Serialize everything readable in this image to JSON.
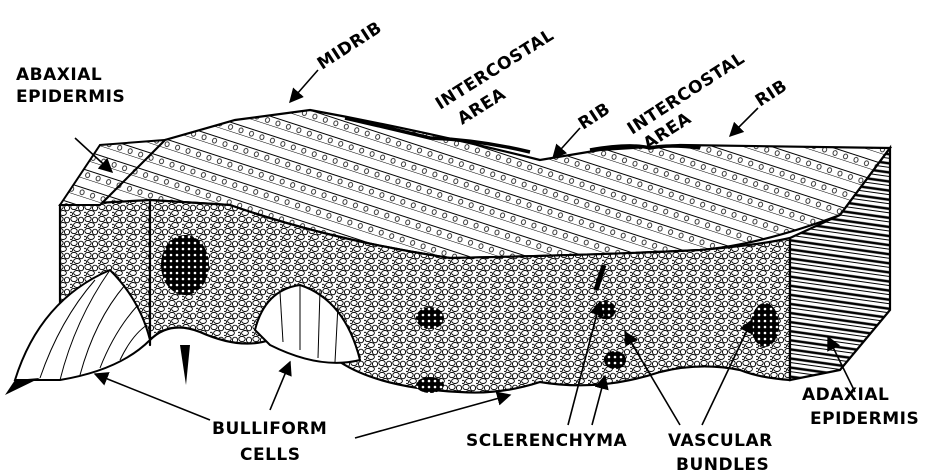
{
  "labels": {
    "abaxial_epidermis_1": "ABAXIAL",
    "abaxial_epidermis_2": "EPIDERMIS",
    "midrib": "MIDRIB",
    "intercostal_area_1a": "INTERCOSTAL",
    "intercostal_area_1b": "AREA",
    "rib_1": "RIB",
    "intercostal_area_2a": "INTERCOSTAL",
    "intercostal_area_2b": "AREA",
    "rib_2": "RIB",
    "bulliform_cells_1": "BULLIFORM",
    "bulliform_cells_2": "CELLS",
    "sclerenchyma": "SCLERENCHYMA",
    "vascular_bundles_1": "VASCULAR",
    "vascular_bundles_2": "BUNDLES",
    "adaxial_epidermis_1": "ADAXIAL",
    "adaxial_epidermis_2": "EPIDERMIS"
  },
  "colors": {
    "ink": "#000000",
    "paper": "#ffffff"
  }
}
